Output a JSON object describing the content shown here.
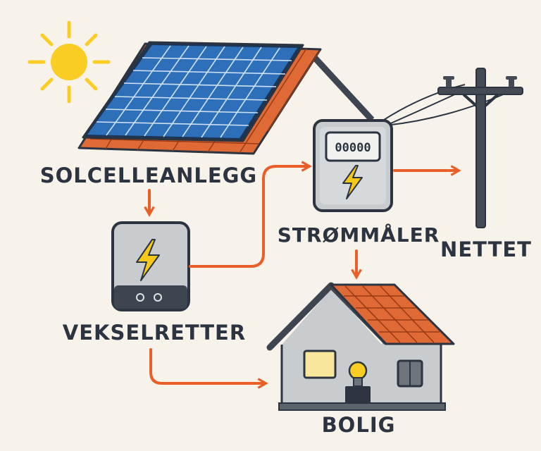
{
  "labels": {
    "solar": "SOLCELLEANLEGG",
    "inverter": "VEKSELRETTER",
    "meter": "STRØMMÅLER",
    "grid": "NETTET",
    "home": "BOLIG"
  },
  "meter_display": "00000",
  "colors": {
    "background": "#f8f3ea",
    "arrow": "#ea5e27",
    "roof": "#e06a35",
    "panel": "#2e6fba",
    "sun": "#f9cd24",
    "bolt": "#f7c81a",
    "outline": "#2b3440"
  },
  "icons": [
    "sun-icon",
    "solar-panel-icon",
    "inverter-icon",
    "meter-icon",
    "utility-pole-icon",
    "house-icon",
    "light-bulb-icon",
    "lightning-bolt-icon"
  ]
}
